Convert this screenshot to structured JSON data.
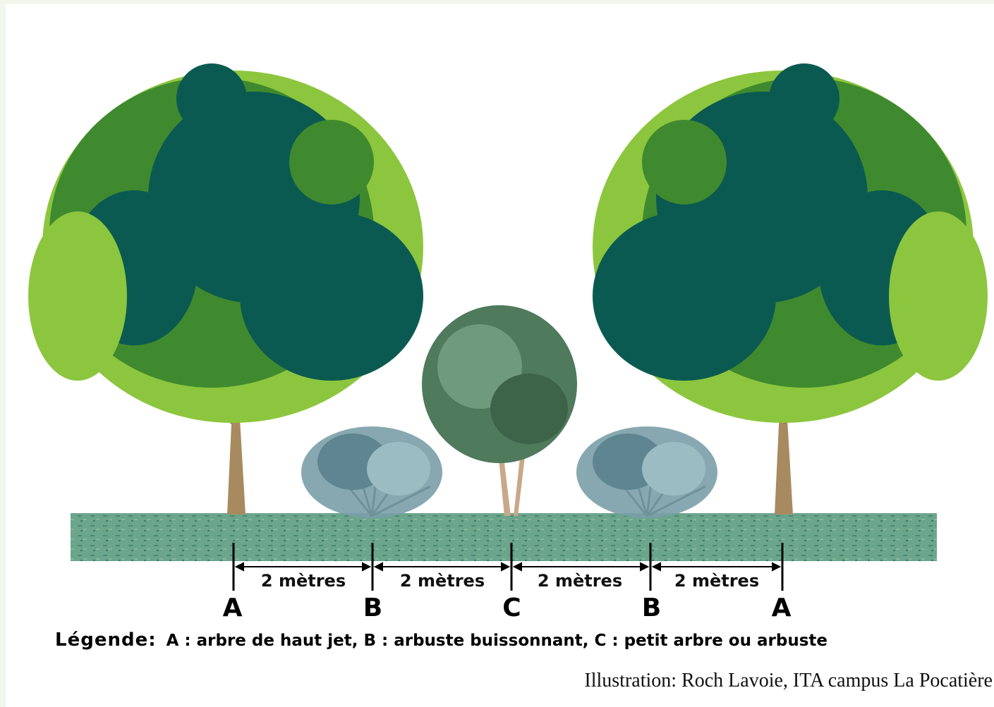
{
  "diagram": {
    "spacings": [
      {
        "label": "2 mètres"
      },
      {
        "label": "2 mètres"
      },
      {
        "label": "2 mètres"
      },
      {
        "label": "2 mètres"
      }
    ],
    "positions": [
      "A",
      "B",
      "C",
      "B",
      "A"
    ],
    "legend": {
      "title": "Légende:",
      "text": "A : arbre de haut jet,  B : arbuste buissonnant, C : petit arbre ou arbuste"
    },
    "credit": "Illustration: Roch Lavoie, ITA campus La Pocatière"
  },
  "colors": {
    "canopy_dark": "#0b5a52",
    "canopy_mid": "#3f8a2e",
    "canopy_light": "#8cc63e",
    "trunk": "#a88a60",
    "shrub": "#7a9ea8",
    "small_tree": "#4f7a5c",
    "ground": "#5f9e86"
  }
}
